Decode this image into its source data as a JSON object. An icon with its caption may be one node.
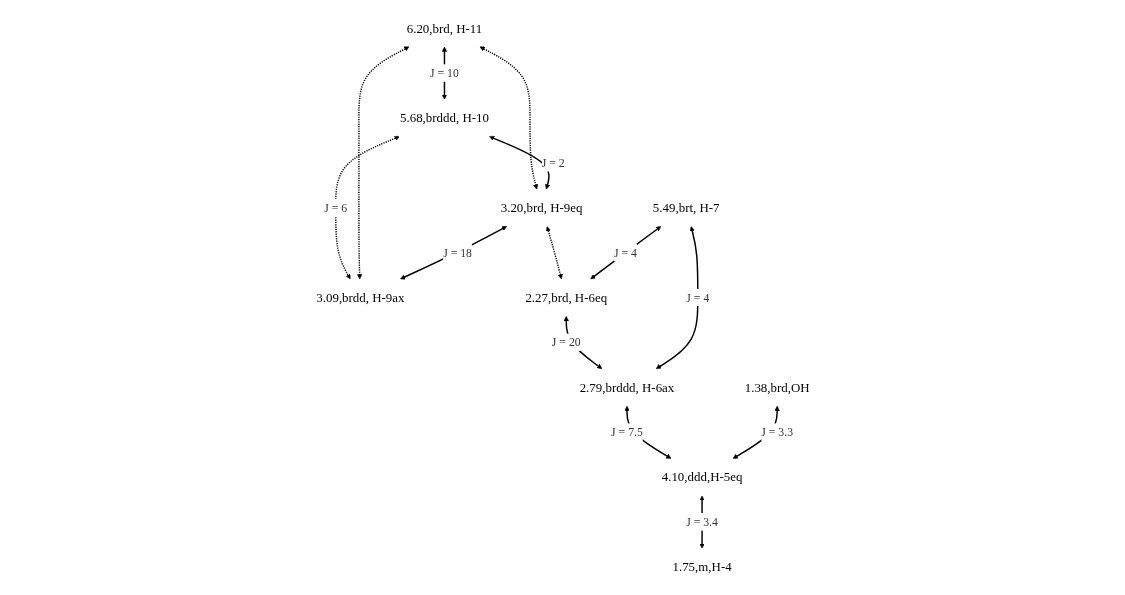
{
  "diagram": {
    "nodes": [
      {
        "text": [
          "6.20,brd, H-11"
        ]
      },
      {
        "text": [
          "5.68,brddd, H-10"
        ]
      },
      {
        "text": [
          "3.20,brd, H-9eq"
        ]
      },
      {
        "text": [
          "3.09,brdd, H-9ax"
        ]
      },
      {
        "text": [
          "1.38,brd,OH"
        ]
      },
      {
        "text": [
          "2.27,brd, H-6eq"
        ]
      },
      {
        "text": [
          "2.79,brddd, H-6ax"
        ]
      },
      {
        "text": [
          "4.10,ddd,H-5eq"
        ]
      },
      {
        "text": [
          "5.49,brt, H-7"
        ]
      },
      {
        "text": [
          "1.75,m,H-4"
        ]
      }
    ],
    "edges": [
      {
        "from": 0,
        "to": 1,
        "arrow": "both",
        "label": "J = 10"
      },
      {
        "from": 0,
        "to": 2,
        "arrow": "both",
        "style": "dashed"
      },
      {
        "from": 1,
        "to": 3,
        "arrow": "both",
        "style": "dashed",
        "label": "J = 6"
      },
      {
        "from": 0,
        "to": 3,
        "arrow": "both",
        "style": "dashed"
      },
      {
        "from": 1,
        "to": 2,
        "arrow": "both",
        "label": "J = 2"
      },
      {
        "from": 2,
        "to": 3,
        "arrow": "both",
        "label": "J = 18"
      },
      {
        "from": 2,
        "to": 5,
        "arrow": "both",
        "style": "dashed"
      },
      {
        "from": 5,
        "to": 6,
        "arrow": "both",
        "label": "J = 20"
      },
      {
        "from": 8,
        "to": 5,
        "arrow": "both",
        "label": "J = 4"
      },
      {
        "from": 8,
        "to": 6,
        "arrow": "both",
        "label": "J = 4"
      },
      {
        "from": 6,
        "to": 7,
        "arrow": "both",
        "label": "J = 7.5"
      },
      {
        "from": 4,
        "to": 7,
        "arrow": "both",
        "label": "J = 3.3"
      },
      {
        "from": 7,
        "to": 9,
        "arrow": "both",
        "label": "J = 3.4"
      }
    ]
  }
}
